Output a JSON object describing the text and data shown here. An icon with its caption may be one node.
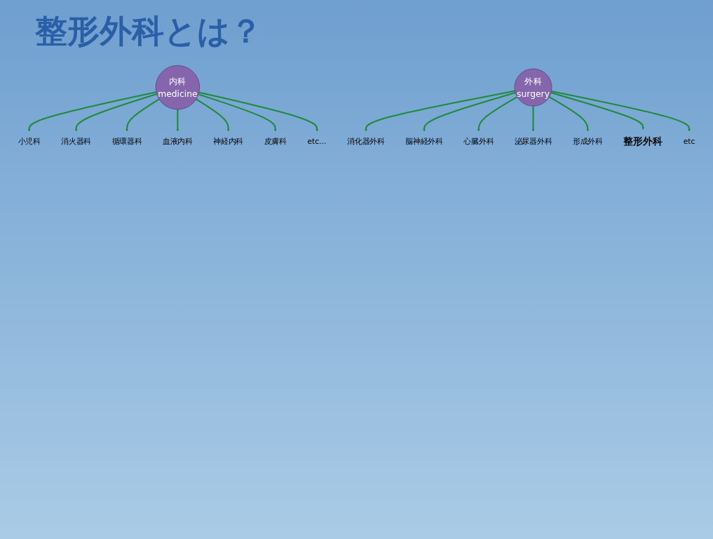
{
  "diagram": {
    "title": "整形外科とは？",
    "nodes": [
      {
        "text": [
          "内科",
          "medicine"
        ]
      },
      {
        "text": [
          "小児科"
        ]
      },
      {
        "text": [
          "消火器科"
        ]
      },
      {
        "text": [
          "循環器科"
        ]
      },
      {
        "text": [
          "血液内科"
        ]
      },
      {
        "text": [
          "神経内科"
        ]
      },
      {
        "text": [
          "皮膚科"
        ]
      },
      {
        "text": [
          "etc…"
        ]
      },
      {
        "text": [
          "外科",
          "surgery"
        ]
      },
      {
        "text": [
          "消化器外科"
        ]
      },
      {
        "text": [
          "脳神経外科"
        ]
      },
      {
        "text": [
          "心臓外科"
        ]
      },
      {
        "text": [
          "泌尿器外科"
        ]
      },
      {
        "text": [
          "形成外科"
        ]
      },
      {
        "text": [
          "整形外科"
        ]
      },
      {
        "text": [
          "etc"
        ]
      }
    ],
    "edges": [
      {
        "from": 0,
        "to": 1,
        "arrow": "to"
      },
      {
        "from": 0,
        "to": 2,
        "arrow": "to"
      },
      {
        "from": 0,
        "to": 3,
        "arrow": "to"
      },
      {
        "from": 0,
        "to": 4,
        "arrow": "to"
      },
      {
        "from": 0,
        "to": 5,
        "arrow": "to"
      },
      {
        "from": 0,
        "to": 6,
        "arrow": "to"
      },
      {
        "from": 0,
        "to": 7,
        "arrow": "to"
      },
      {
        "from": 8,
        "to": 9,
        "arrow": "to"
      },
      {
        "from": 8,
        "to": 10,
        "arrow": "to"
      },
      {
        "from": 8,
        "to": 11,
        "arrow": "to"
      },
      {
        "from": 8,
        "to": 12,
        "arrow": "to"
      },
      {
        "from": 8,
        "to": 13,
        "arrow": "to"
      },
      {
        "from": 8,
        "to": 14,
        "arrow": "to"
      },
      {
        "from": 8,
        "to": 15,
        "arrow": "to"
      }
    ]
  }
}
